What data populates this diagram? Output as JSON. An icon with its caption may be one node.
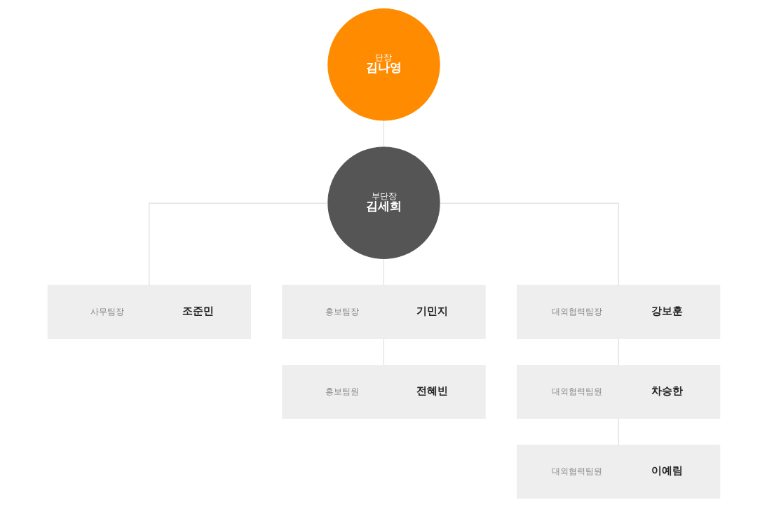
{
  "diagram": {
    "nodes": [
      {
        "text": [
          "단장",
          "김나영"
        ]
      },
      {
        "text": [
          "부단장",
          "김세희"
        ]
      },
      {
        "text": [
          "사무팀장",
          "조준민"
        ]
      },
      {
        "text": [
          "홍보팀장",
          "기민지"
        ]
      },
      {
        "text": [
          "홍보팀원",
          "전혜빈"
        ]
      },
      {
        "text": [
          "대외협력팀장",
          "강보훈"
        ]
      },
      {
        "text": [
          "대외협력팀원",
          "차승한"
        ]
      },
      {
        "text": [
          "대외협력팀원",
          "이예림"
        ]
      }
    ],
    "edges": [
      {
        "from": 0,
        "to": 1,
        "arrow": "none"
      },
      {
        "from": 1,
        "to": 2,
        "arrow": "none"
      },
      {
        "from": 1,
        "to": 3,
        "arrow": "none"
      },
      {
        "from": 3,
        "to": 4,
        "arrow": "none"
      },
      {
        "from": 1,
        "to": 5,
        "arrow": "none"
      },
      {
        "from": 5,
        "to": 6,
        "arrow": "none"
      },
      {
        "from": 6,
        "to": 7,
        "arrow": "none"
      }
    ]
  }
}
